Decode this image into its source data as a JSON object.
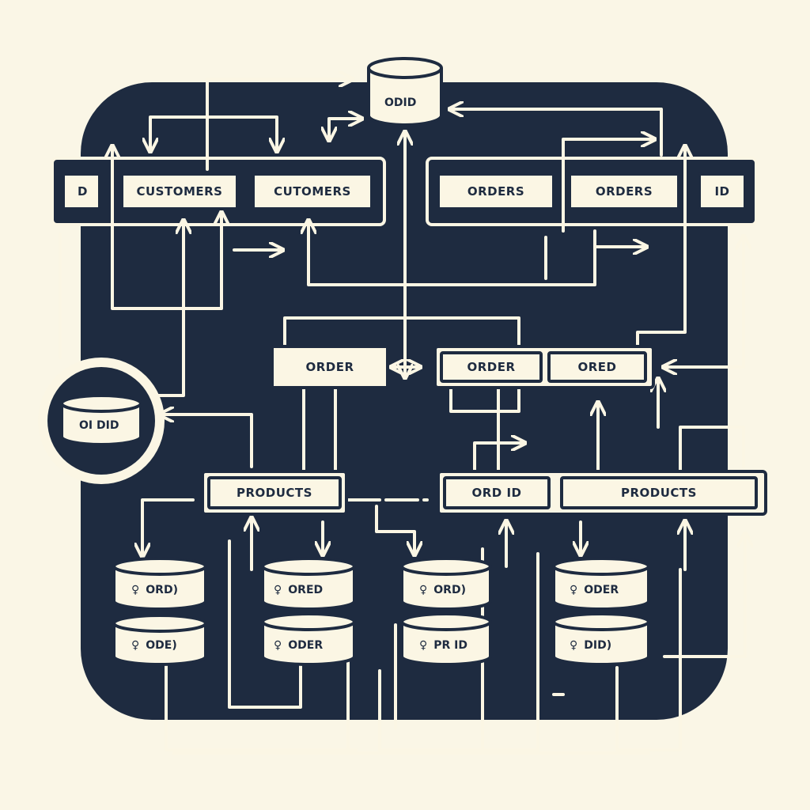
{
  "colors": {
    "background": "#faf6e6",
    "panel": "#1e2b40",
    "box_fill": "#fbf6e4",
    "line": "#fbf6e4"
  },
  "top_db": {
    "label": "ODID",
    "icon": "database-icon"
  },
  "left_db": {
    "label": "OI DID",
    "icon": "database-icon"
  },
  "top_left_table": {
    "cells": [
      "D",
      "CUSTOMERS",
      "CUTOMERS"
    ]
  },
  "top_right_table": {
    "cells": [
      "ORDERS",
      "ORDERS",
      "ID"
    ]
  },
  "middle": {
    "order_left": "ORDER",
    "order_right_a": "ORDER",
    "order_right_b": "ORED"
  },
  "products_row": {
    "left": "PRODUCTS",
    "right_a": "ORD ID",
    "right_b": "PRODUCTS"
  },
  "cylinders": [
    {
      "label": "ORD)",
      "icon": "person-icon"
    },
    {
      "label": "ODE)",
      "icon": "person-icon"
    },
    {
      "label": "ORED",
      "icon": "person-icon"
    },
    {
      "label": "ODER",
      "icon": "person-icon"
    },
    {
      "label": "ORD)",
      "icon": "person-icon"
    },
    {
      "label": "PR ID",
      "icon": "person-icon"
    },
    {
      "label": "ODER",
      "icon": "person-icon"
    },
    {
      "label": "DID)",
      "icon": "person-icon"
    }
  ]
}
